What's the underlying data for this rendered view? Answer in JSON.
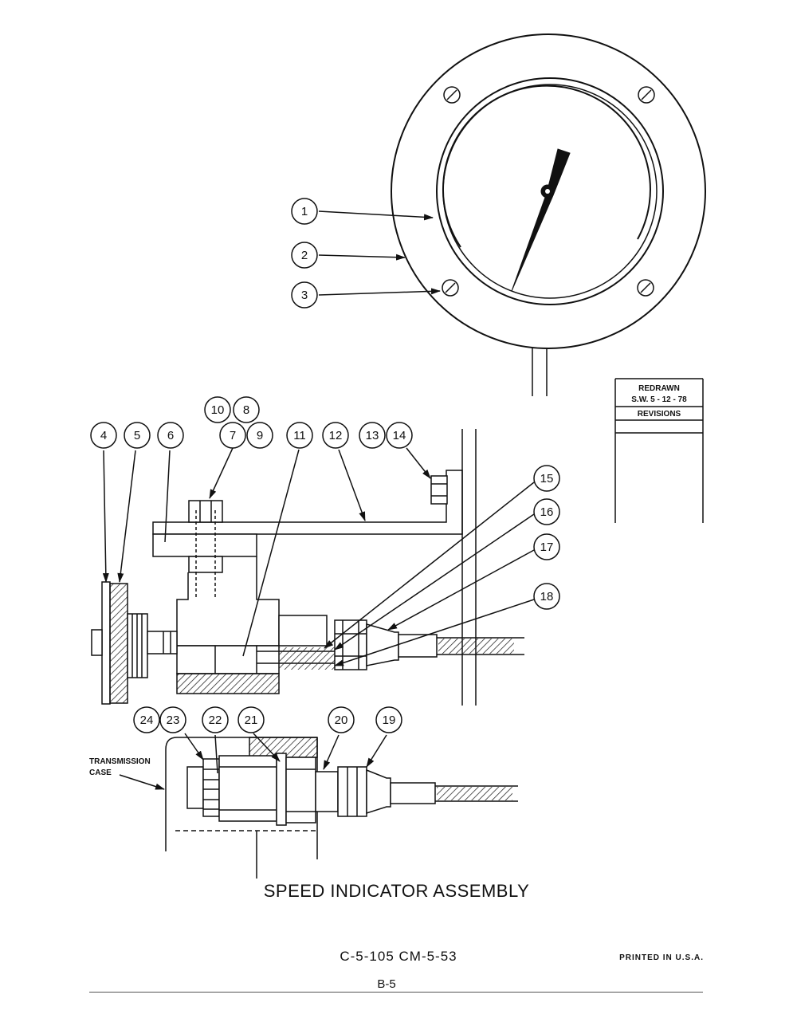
{
  "callouts": [
    {
      "label": "1"
    },
    {
      "label": "2"
    },
    {
      "label": "3"
    },
    {
      "label": "4"
    },
    {
      "label": "5"
    },
    {
      "label": "6"
    },
    {
      "label": "10"
    },
    {
      "label": "8"
    },
    {
      "label": "7"
    },
    {
      "label": "9"
    },
    {
      "label": "11"
    },
    {
      "label": "12"
    },
    {
      "label": "13"
    },
    {
      "label": "14"
    },
    {
      "label": "15"
    },
    {
      "label": "16"
    },
    {
      "label": "17"
    },
    {
      "label": "18"
    },
    {
      "label": "24"
    },
    {
      "label": "23"
    },
    {
      "label": "22"
    },
    {
      "label": "21"
    },
    {
      "label": "20"
    },
    {
      "label": "19"
    }
  ],
  "revision_box": {
    "redrawn": "REDRAWN",
    "date": "S.W. 5 - 12 - 78",
    "revisions": "REVISIONS"
  },
  "labels": {
    "transmission_line1": "TRANSMISSION",
    "transmission_line2": "CASE"
  },
  "footer": {
    "title": "SPEED INDICATOR ASSEMBLY",
    "code": "C-5-105   CM-5-53",
    "printed": "PRINTED IN U.S.A.",
    "page": "B-5"
  }
}
